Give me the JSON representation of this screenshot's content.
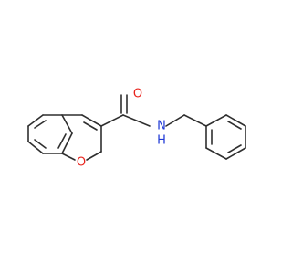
{
  "structure": {
    "atom_labels": {
      "carbonyl_oxygen": "O",
      "amide_nitrogen": "N",
      "amide_hydrogen": "H",
      "ring_oxygen": "O"
    },
    "colors": {
      "bond": "#2f2f2f",
      "oxygen": "#e8221b",
      "nitrogen": "#1f39d6"
    }
  }
}
